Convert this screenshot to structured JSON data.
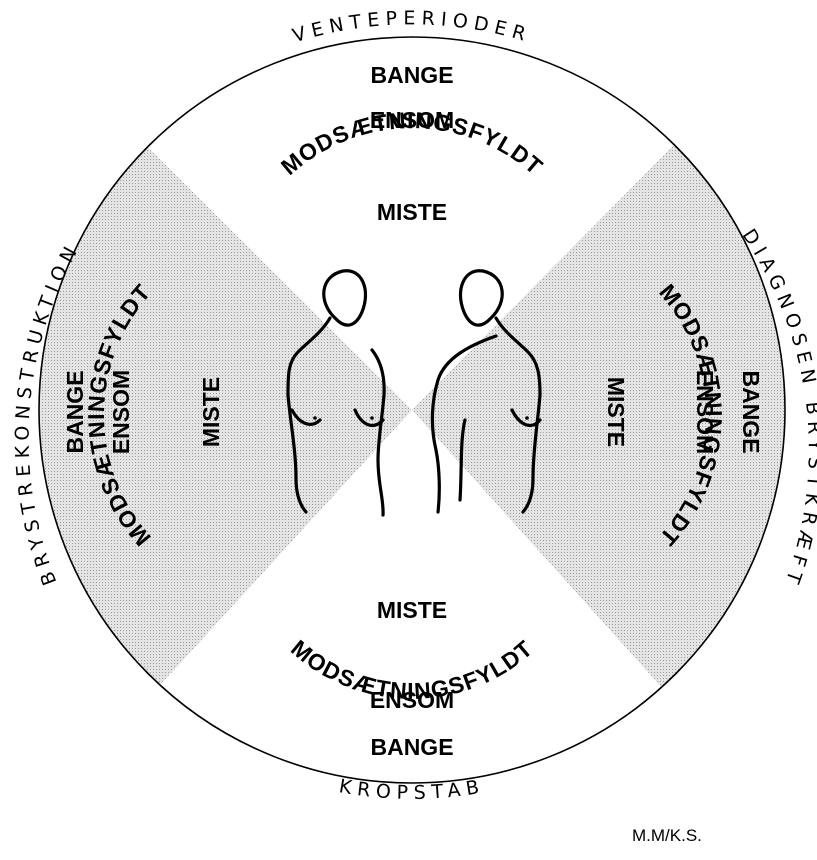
{
  "outer_labels": {
    "top": "VENTEPERIODER",
    "right": "DIAGNOSEN BRYSTKRÆFT",
    "bottom": "KROPSTAB",
    "left": "BRYSTREKONSTRUKTION"
  },
  "quadrants": {
    "top": {
      "word1": "BANGE",
      "word2": "ENSOM",
      "word3": "MODSÆTNINGSFYLDT",
      "word4": "MISTE"
    },
    "left": {
      "word1": "BANGE",
      "word2": "ENSOM",
      "word3": "MODSÆTNINGSFYLDT",
      "word4": "MISTE"
    },
    "right": {
      "word1": "BANGE",
      "word2": "ENSOM",
      "word3": "MODSÆTNINGSFYLDT",
      "word4": "MISTE"
    },
    "bottom": {
      "word1": "MISTE",
      "word2": "MODSÆTNINGSFYLDT",
      "word3": "ENSOM",
      "word4": "BANGE"
    }
  },
  "colors": {
    "shaded_quadrant": "#d6d6d6",
    "line": "#000000",
    "background": "#ffffff"
  },
  "signature": "M.M/K.S."
}
